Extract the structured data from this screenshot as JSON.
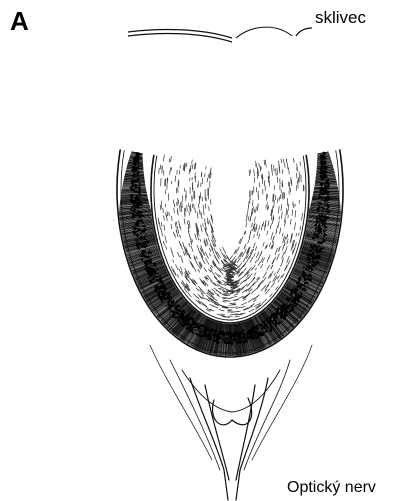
{
  "figure": {
    "panel_letter": "A",
    "labels": {
      "vitreous": "sklivec",
      "optic_nerve": "Optický nerv"
    }
  }
}
